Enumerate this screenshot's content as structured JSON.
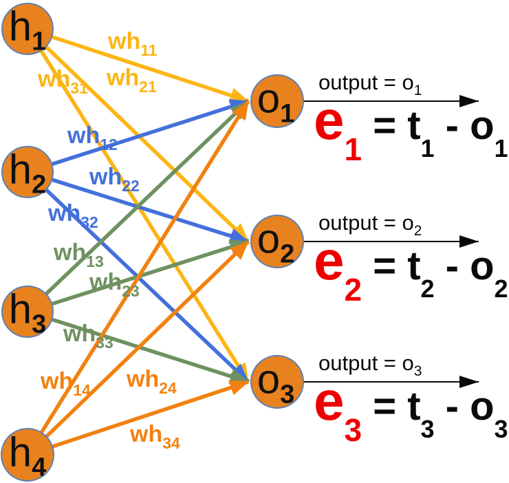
{
  "title": "Neural network output layer errors diagram",
  "colors": {
    "node_fill": "#E8821E",
    "node_stroke": "#5B80B5",
    "yellow": "#FCB514",
    "blue": "#4470DC",
    "green": "#6F9161",
    "orange": "#F28111",
    "error_red": "#EE0000",
    "text_black": "#0A0A0A"
  },
  "network": {
    "hidden_nodes": [
      {
        "base": "h",
        "sub": "1"
      },
      {
        "base": "h",
        "sub": "2"
      },
      {
        "base": "h",
        "sub": "3"
      },
      {
        "base": "h",
        "sub": "4"
      }
    ],
    "output_nodes": [
      {
        "base": "o",
        "sub": "1"
      },
      {
        "base": "o",
        "sub": "2"
      },
      {
        "base": "o",
        "sub": "3"
      }
    ],
    "edges": [
      {
        "from": "h1",
        "to": "o1",
        "base": "wh",
        "sub": "11",
        "color": "#FCB514"
      },
      {
        "from": "h1",
        "to": "o2",
        "base": "wh",
        "sub": "21",
        "color": "#FCB514"
      },
      {
        "from": "h1",
        "to": "o3",
        "base": "wh",
        "sub": "31",
        "color": "#FCB514"
      },
      {
        "from": "h2",
        "to": "o1",
        "base": "wh",
        "sub": "12",
        "color": "#4470DC"
      },
      {
        "from": "h2",
        "to": "o2",
        "base": "wh",
        "sub": "22",
        "color": "#4470DC"
      },
      {
        "from": "h2",
        "to": "o3",
        "base": "wh",
        "sub": "32",
        "color": "#4470DC"
      },
      {
        "from": "h3",
        "to": "o1",
        "base": "wh",
        "sub": "13",
        "color": "#6F9161"
      },
      {
        "from": "h3",
        "to": "o2",
        "base": "wh",
        "sub": "23",
        "color": "#6F9161"
      },
      {
        "from": "h3",
        "to": "o3",
        "base": "wh",
        "sub": "33",
        "color": "#6F9161"
      },
      {
        "from": "h4",
        "to": "o1",
        "base": "wh",
        "sub": "14",
        "color": "#F28111"
      },
      {
        "from": "h4",
        "to": "o2",
        "base": "wh",
        "sub": "24",
        "color": "#F28111"
      },
      {
        "from": "h4",
        "to": "o3",
        "base": "wh",
        "sub": "34",
        "color": "#F28111"
      }
    ]
  },
  "outputs": [
    {
      "label": "output = o",
      "label_sub": "1",
      "e_base": "e",
      "e_sub": "1",
      "rhs_t": " = t",
      "rhs_t_sub": "1",
      "rhs_o": " - o",
      "rhs_o_sub": "1"
    },
    {
      "label": "output = o",
      "label_sub": "2",
      "e_base": "e",
      "e_sub": "2",
      "rhs_t": " = t",
      "rhs_t_sub": "2",
      "rhs_o": " - o",
      "rhs_o_sub": "2"
    },
    {
      "label": "output = o",
      "label_sub": "3",
      "e_base": "e",
      "e_sub": "3",
      "rhs_t": " = t",
      "rhs_t_sub": "3",
      "rhs_o": " - o",
      "rhs_o_sub": "3"
    }
  ]
}
